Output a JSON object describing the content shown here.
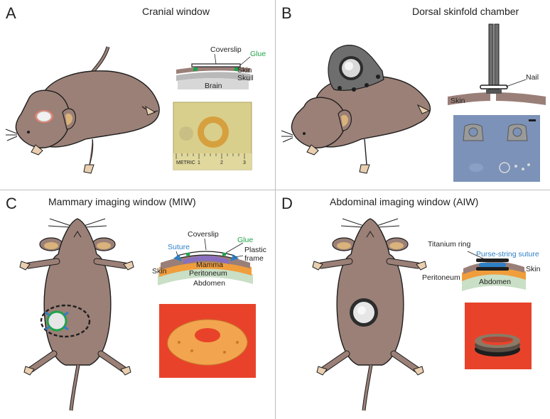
{
  "panels": {
    "a": {
      "letter": "A",
      "title": "Cranial window",
      "labels": {
        "coverslip": "Coverslip",
        "glue": "Glue",
        "skin": "Skin",
        "skull": "Skull",
        "brain": "Brain"
      },
      "photo_ruler": {
        "metric": "METRIC",
        "n1": "1",
        "n2": "2",
        "n3": "3"
      }
    },
    "b": {
      "letter": "B",
      "title": "Dorsal skinfold chamber",
      "labels": {
        "nail": "Nail",
        "skin": "Skin"
      }
    },
    "c": {
      "letter": "C",
      "title": "Mammary imaging window (MIW)",
      "labels": {
        "coverslip": "Coverslip",
        "glue": "Glue",
        "suture": "Suture",
        "plastic_frame_1": "Plastic",
        "plastic_frame_2": "frame",
        "skin": "Skin",
        "mamma": "Mamma",
        "peritoneum": "Peritoneum",
        "abdomen": "Abdomen"
      }
    },
    "d": {
      "letter": "D",
      "title": "Abdominal imaging window (AIW)",
      "labels": {
        "titanium_ring": "Titanium ring",
        "purse_string": "Purse-string suture",
        "skin": "Skin",
        "peritoneum": "Peritoneum",
        "abdomen": "Abdomen"
      }
    }
  },
  "colors": {
    "mouse_body": "#9b8077",
    "mouse_outline": "#1e1e1e",
    "mouse_ear_inner": "#d9b27c",
    "paw": "#e9cfb0",
    "skin_layer": "#9a7f78",
    "skull": "#b9b9b9",
    "peritoneum": "#f09d3c",
    "abdomen": "#c9dfc6",
    "mamma": "#8a6fc0",
    "glue": "#1fa34a",
    "suture": "#2e7fc4",
    "chamber_gray": "#6e6e6e",
    "photo_gold": "#d9cf8c",
    "photo_blue": "#7c92b8",
    "photo_red": "#e8432a",
    "cranial_ring": "#e57f6c"
  }
}
